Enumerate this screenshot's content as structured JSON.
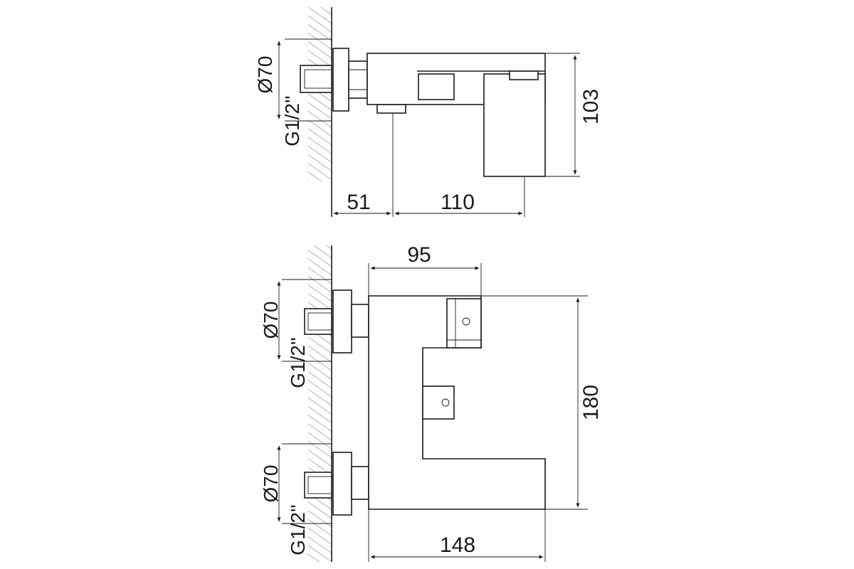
{
  "side_view": {
    "connection_label": "G1/2''",
    "flange_label": "Ø70",
    "dim_height": "103",
    "dim_wall_offset": "51",
    "dim_spout_reach": "110"
  },
  "front_view": {
    "upper_connection_label": "G1/2''",
    "upper_flange_label": "Ø70",
    "lower_connection_label": "G1/2''",
    "lower_flange_label": "Ø70",
    "dim_top_width": "95",
    "dim_height": "180",
    "dim_bottom_width": "148"
  }
}
